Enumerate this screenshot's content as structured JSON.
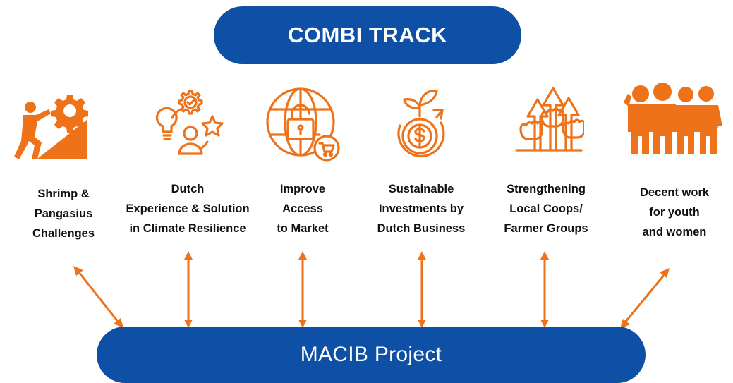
{
  "header": {
    "title": "COMBI TRACK"
  },
  "footer": {
    "title": "MACIB Project"
  },
  "colors": {
    "blue": "#0d50a5",
    "orange": "#ee7219"
  },
  "items": [
    {
      "icon": "climber-gear-icon",
      "lines": [
        "Shrimp &",
        "Pangasius",
        "Challenges"
      ]
    },
    {
      "icon": "idea-person-icon",
      "lines": [
        "Dutch",
        "Experience & Solution",
        "in Climate Resilience"
      ]
    },
    {
      "icon": "globe-lock-cart-icon",
      "lines": [
        "Improve",
        "Access",
        "to Market"
      ]
    },
    {
      "icon": "dollar-sprout-icon",
      "lines": [
        "Sustainable",
        "Investments by",
        "Dutch Business"
      ]
    },
    {
      "icon": "raised-fists-arrows-icon",
      "lines": [
        "Strengthening",
        "Local Coops/",
        "Farmer Groups"
      ]
    },
    {
      "icon": "group-people-icon",
      "lines": [
        "Decent work",
        "for youth",
        "and women"
      ]
    }
  ]
}
